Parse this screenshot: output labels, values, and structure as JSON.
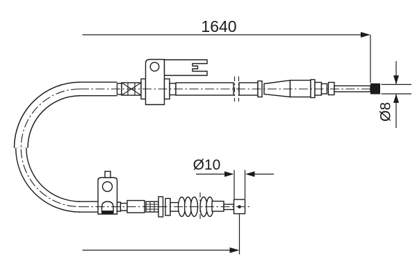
{
  "drawing": {
    "labels": {
      "overall_length": "1640",
      "end_diameter": "Ø8",
      "eye_diameter": "Ø10"
    },
    "colors": {
      "line": "#1c1c1c",
      "background": "#ffffff"
    }
  }
}
